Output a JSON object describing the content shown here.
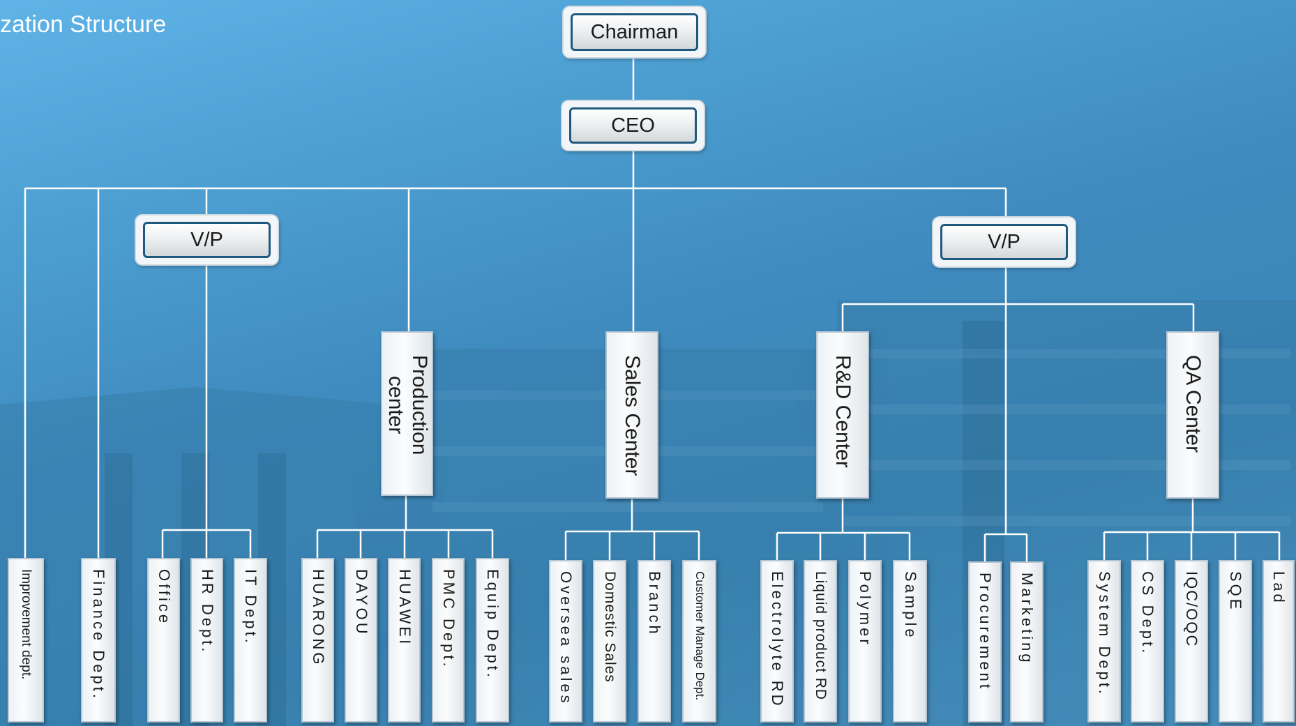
{
  "page_title": "zation Structure",
  "nodes": {
    "chairman": "Chairman",
    "ceo": "CEO",
    "vp_left": "V/P",
    "vp_right": "V/P",
    "production_center": "Production\ncenter",
    "sales_center": "Sales Center",
    "rd_center": "R&D Center",
    "qa_center": "QA Center"
  },
  "leaves": {
    "improvement": "Improvement dept.",
    "finance": "Finance  Dept.",
    "office": "Office",
    "hr": "HR Dept.",
    "it": "IT  Dept.",
    "huarong": "HUARONG",
    "dayou": "DAYOU",
    "huawei": "HUAWEI",
    "pmc": "PMC Dept.",
    "equip": "Equip Dept.",
    "oversea": "Oversea sales",
    "domestic": "Domestic Sales",
    "branch": "Branch",
    "customer_manage": "Customer Manage Dept.",
    "electrolyte": "Electrolyte RD",
    "liquid_product": "Liquid product  RD",
    "polymer": "Polymer",
    "sample": "Sample",
    "procurement": "Procurement",
    "marketing": "Marketing",
    "system": "System Dept.",
    "cs": "CS Dept.",
    "iqc_oqc": "IQC/OQC",
    "sqe": "SQE",
    "lad": "Lad"
  },
  "colors": {
    "background": "#3f8bbf",
    "connector": "#ffffff",
    "box_border": "#1f5a7e",
    "card_fill": "#f3f6f8"
  }
}
